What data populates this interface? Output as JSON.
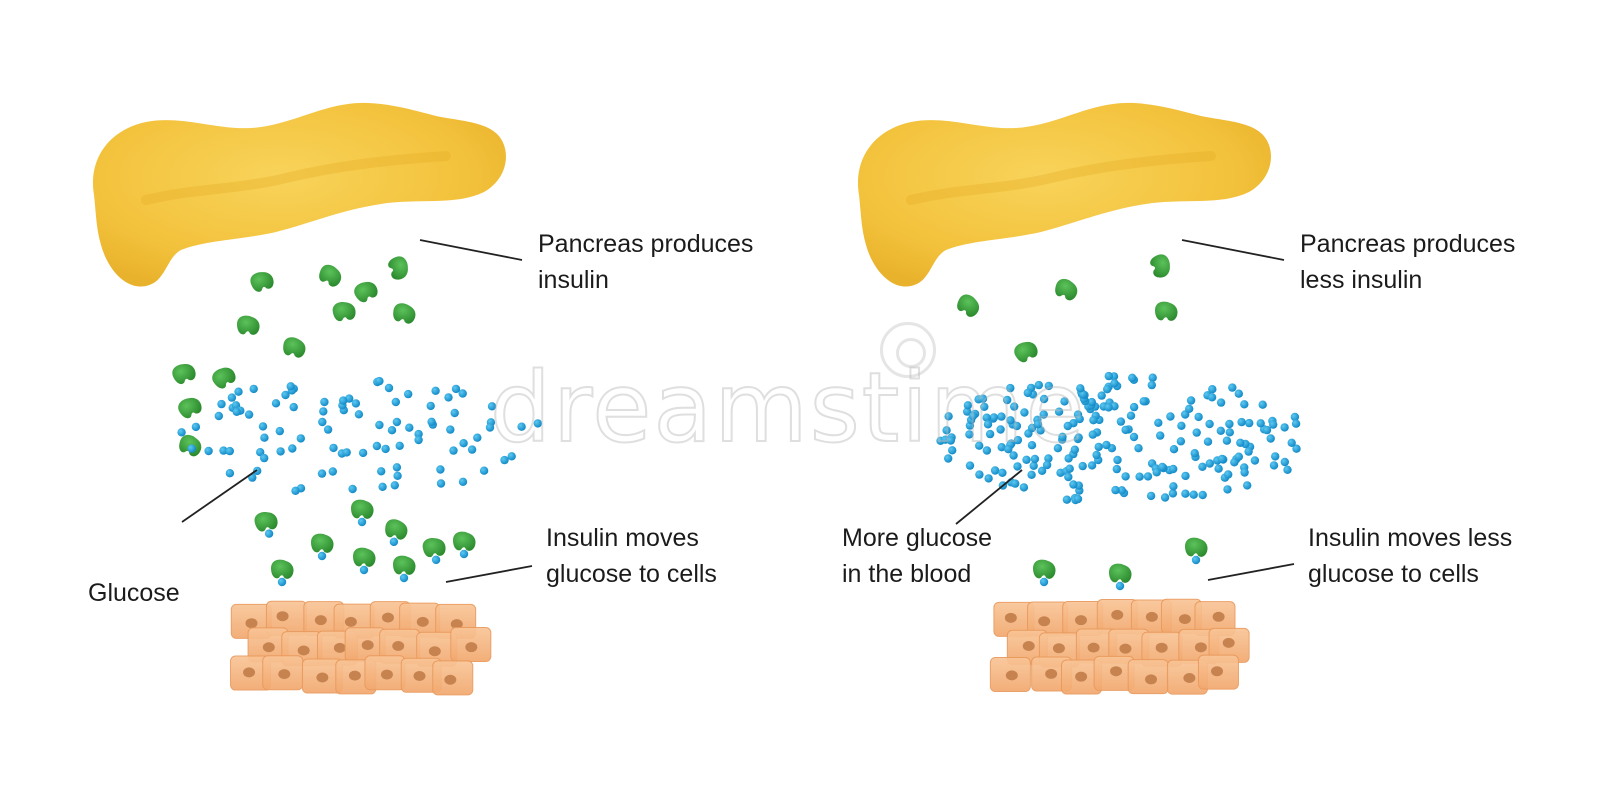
{
  "panels": [
    {
      "id": "normal",
      "pancreas_label": [
        "Pancreas produces",
        "insulin"
      ],
      "glucose_label": "Glucose",
      "insulin_label": [
        "Insulin moves",
        "glucose to cells"
      ]
    },
    {
      "id": "reduced",
      "pancreas_label": [
        "Pancreas produces",
        "less insulin"
      ],
      "glucose_label": [
        "More glucose",
        "in the blood"
      ],
      "insulin_label": [
        "Insulin moves less",
        "glucose to cells"
      ]
    }
  ],
  "watermark": "dreamstime",
  "colors": {
    "pancreas": "#f5c842",
    "insulin": "#3aa03a",
    "glucose": "#1aa0d8",
    "cell": "#f7b98a",
    "nucleus": "#c7834f",
    "leader_line": "#222222"
  }
}
